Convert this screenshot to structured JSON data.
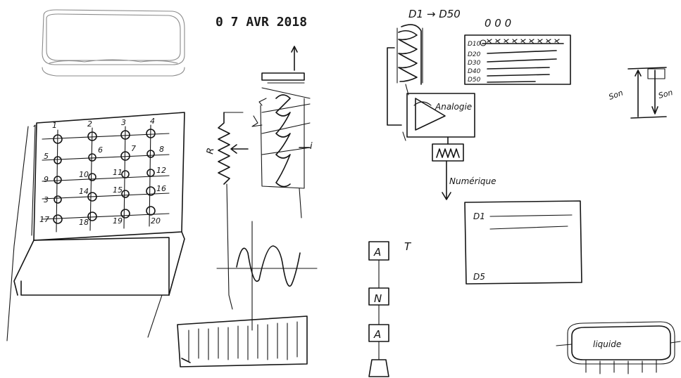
{
  "stamp_date": "0 7 AVR 2018",
  "grid_numbers": [
    "1",
    "2",
    "3",
    "4",
    "5",
    "6",
    "7",
    "8",
    "9",
    "10",
    "11",
    "12",
    "3",
    "14",
    "15",
    "16",
    "17",
    "18",
    "19",
    "20"
  ],
  "resistor_label": "R",
  "current_label": "i",
  "title_d1_d50": "D1 → D50",
  "circles_label": "0     0     0",
  "list_labels": [
    "D10",
    "D20",
    "D30",
    "D40",
    "D50"
  ],
  "analog_label": "Analogie",
  "numeric_label": "Numérique",
  "screen_top_label": "D1",
  "screen_bottom_label": "D5",
  "ana_blocks": [
    "A",
    "N",
    "A"
  ],
  "t_label": "T",
  "son_left": "Son",
  "son_right": "Son",
  "liquid_label": "liquide"
}
